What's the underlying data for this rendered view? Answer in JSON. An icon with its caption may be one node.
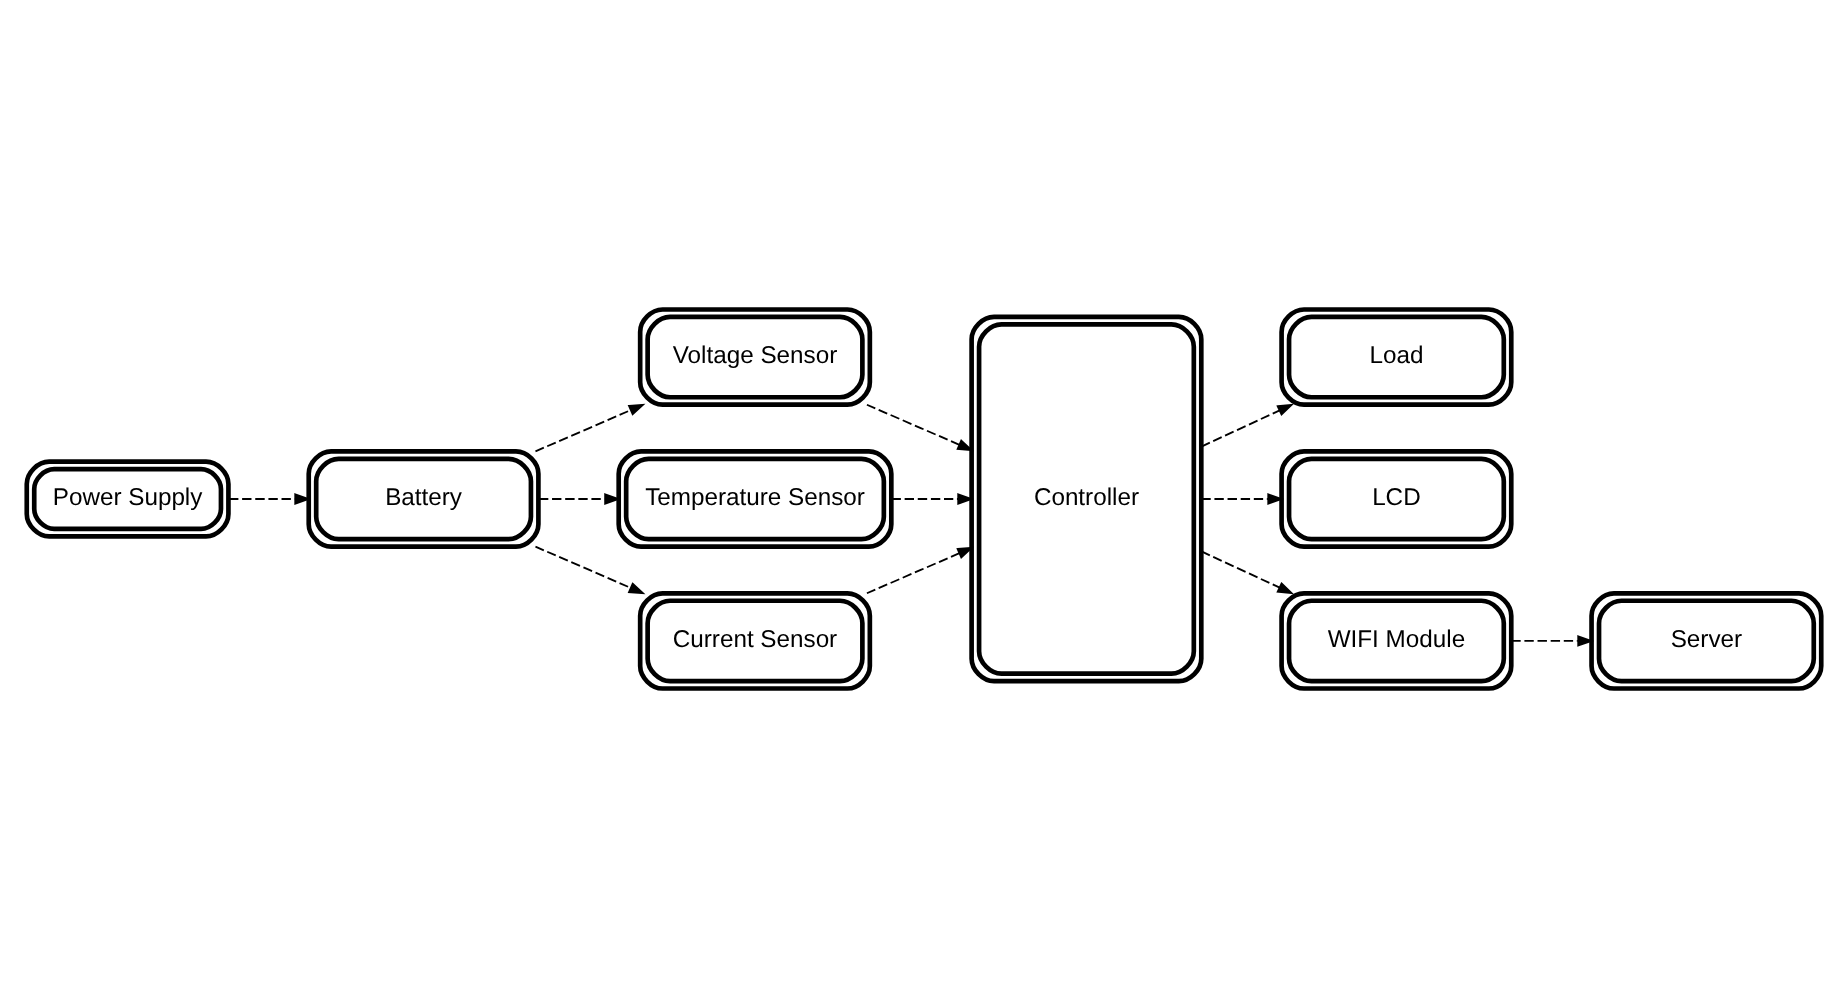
{
  "diagram": {
    "nodes": [
      {
        "text": [
          "Power Supply"
        ]
      },
      {
        "text": [
          "Battery"
        ]
      },
      {
        "text": [
          "Voltage Sensor"
        ]
      },
      {
        "text": [
          "Temperature Sensor"
        ]
      },
      {
        "text": [
          "Current Sensor"
        ]
      },
      {
        "text": [
          "Controller"
        ]
      },
      {
        "text": [
          "Load"
        ]
      },
      {
        "text": [
          "LCD"
        ]
      },
      {
        "text": [
          "WIFI Module"
        ]
      },
      {
        "text": [
          "Server"
        ]
      }
    ],
    "edges": [
      {
        "from": 0,
        "to": 1,
        "arrow": "to",
        "style": "dashed"
      },
      {
        "from": 1,
        "to": 2,
        "arrow": "to",
        "style": "dashed"
      },
      {
        "from": 1,
        "to": 3,
        "arrow": "to",
        "style": "dashed"
      },
      {
        "from": 1,
        "to": 4,
        "arrow": "to",
        "style": "dashed"
      },
      {
        "from": 2,
        "to": 5,
        "arrow": "to",
        "style": "dashed"
      },
      {
        "from": 3,
        "to": 5,
        "arrow": "to",
        "style": "dashed"
      },
      {
        "from": 4,
        "to": 5,
        "arrow": "to",
        "style": "dashed"
      },
      {
        "from": 5,
        "to": 6,
        "arrow": "to",
        "style": "dashed"
      },
      {
        "from": 5,
        "to": 7,
        "arrow": "to",
        "style": "dashed"
      },
      {
        "from": 5,
        "to": 8,
        "arrow": "to",
        "style": "dashed"
      },
      {
        "from": 8,
        "to": 9,
        "arrow": "to",
        "style": "dashed"
      }
    ]
  }
}
